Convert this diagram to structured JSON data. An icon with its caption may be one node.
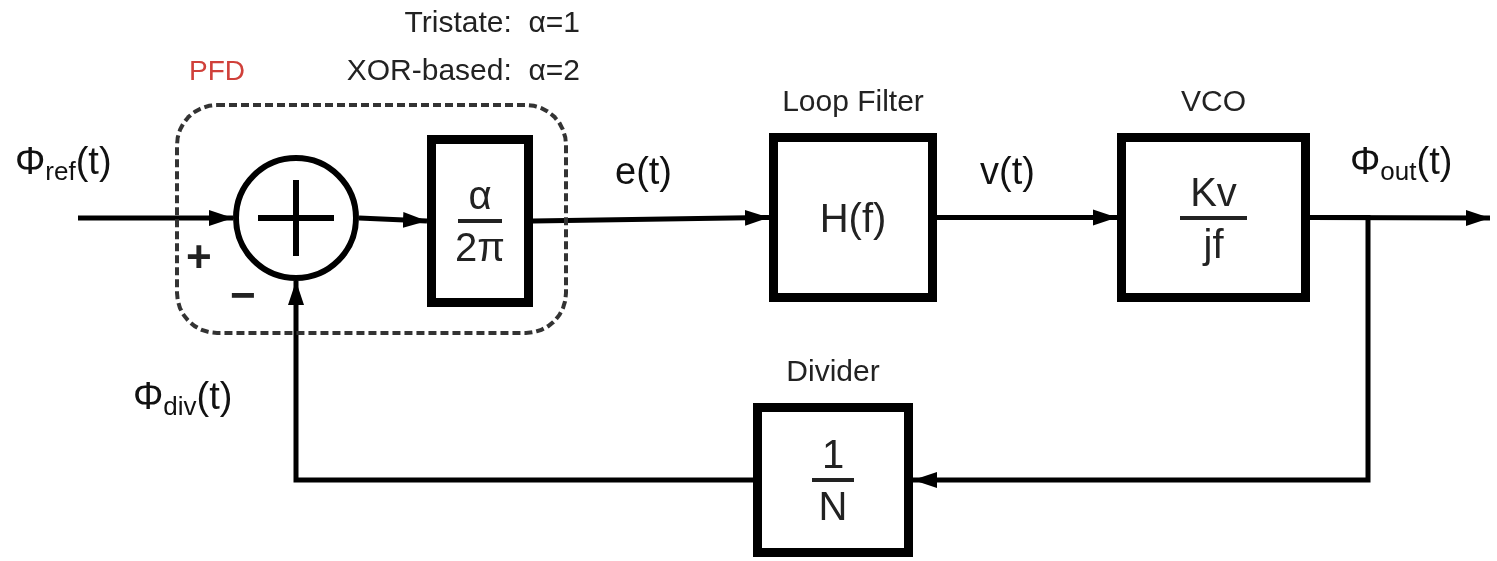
{
  "diagram": {
    "nodes": [
      {
        "text": [
          "PFD"
        ]
      },
      {
        "text": [],
        "shape": "circle",
        "in": 0
      },
      {
        "text": [
          "α",
          "2π"
        ],
        "in": 0
      },
      {
        "text": [
          "Loop Filter",
          "H(f)"
        ]
      },
      {
        "text": [
          "VCO",
          "Kv",
          "jf"
        ]
      },
      {
        "text": [
          "Divider",
          "1",
          "N"
        ]
      }
    ],
    "edges": [
      {
        "from": null,
        "to": 1,
        "arrow": "to",
        "label": "Φ$_{ref}$(t)"
      },
      {
        "from": 1,
        "to": 2,
        "arrow": "to"
      },
      {
        "from": 2,
        "to": 3,
        "arrow": "to",
        "label": "e(t)"
      },
      {
        "from": 3,
        "to": 4,
        "arrow": "to",
        "label": "v(t)"
      },
      {
        "from": 4,
        "to": null,
        "arrow": "to",
        "label": "Φ$_{out}$(t)"
      },
      {
        "from": 4,
        "to": 5,
        "arrow": "to"
      },
      {
        "from": 5,
        "to": 1,
        "arrow": "to",
        "label": "Φ$_{div}$(t)"
      }
    ],
    "labels": [
      "Tristate:  α=1",
      "XOR-based:  α=2",
      "+",
      "−"
    ]
  }
}
